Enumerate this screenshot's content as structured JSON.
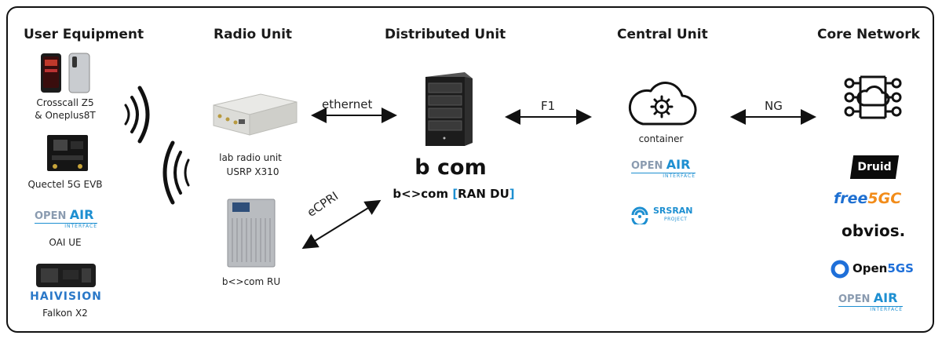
{
  "sections": {
    "ue": "User Equipment",
    "ru": "Radio Unit",
    "du": "Distributed Unit",
    "cu": "Central Unit",
    "core": "Core Network"
  },
  "ue": {
    "phones_line1": "Crosscall Z5",
    "phones_line2": "& Oneplus8T",
    "quectel": "Quectel 5G EVB",
    "oai_ue": "OAI UE",
    "haivision": "HAIVISION",
    "falkon": "Falkon X2"
  },
  "ru": {
    "lab_line1": "lab radio unit",
    "lab_line2": "USRP X310",
    "bcom_ru": "b<>com RU"
  },
  "du": {
    "logo": "b com",
    "name_prefix": "b<>com",
    "name_bracket_open": "[",
    "name_main": "RAN DU",
    "name_bracket_close": "]"
  },
  "cu": {
    "container": "container",
    "srs_line1": "SRSRAN",
    "srs_line2": "PROJECT"
  },
  "core": {
    "druid": "Druid",
    "free5gc_a": "free",
    "free5gc_b": "5GC",
    "obvios": "obvios.",
    "open5gs_a": "Open",
    "open5gs_b": "5GS"
  },
  "oai": {
    "open": "OPEN",
    "air": "AIR",
    "interface": "INTERFACE"
  },
  "links": {
    "ethernet": "ethernet",
    "f1": "F1",
    "ng": "NG",
    "ecpri": "eCPRI"
  },
  "colors": {
    "accent_blue": "#1d8fd1",
    "oai_grey": "#8a9bb0",
    "haivision_blue": "#2a78c8",
    "open5gs_blue": "#1e6fd9"
  }
}
